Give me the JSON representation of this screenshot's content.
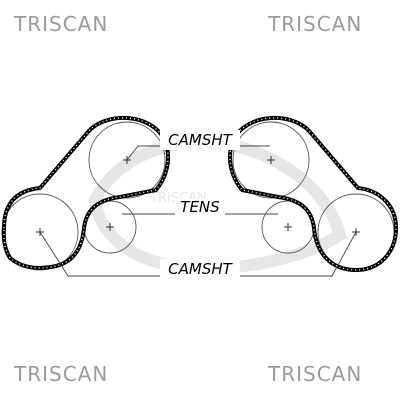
{
  "watermarks": {
    "top_left": "TRISCAN",
    "top_right": "TRISCAN",
    "bottom_left": "TRISCAN",
    "bottom_right": "TRISCAN",
    "center": "TRISCAN"
  },
  "labels": {
    "camshaft_top": "CAMSHT",
    "tensioner": "TENS",
    "camshaft_bottom": "CAMSHT"
  },
  "colors": {
    "belt": "#000000",
    "watermark": "#9a9a9a"
  }
}
